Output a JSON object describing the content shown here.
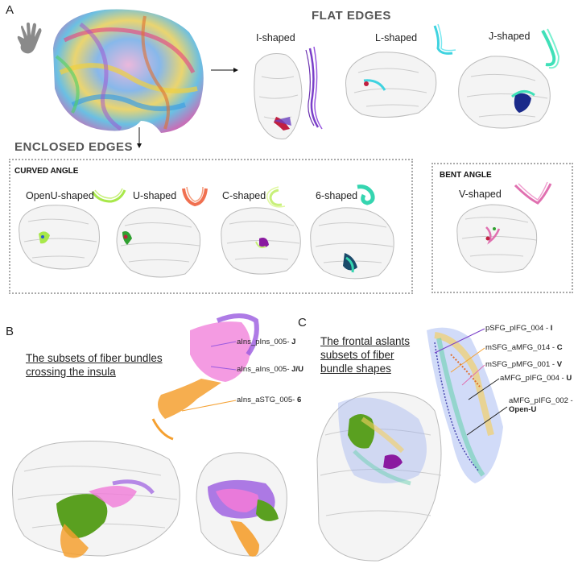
{
  "panels": {
    "a": {
      "letter": "A"
    },
    "b": {
      "letter": "B"
    },
    "c": {
      "letter": "C"
    }
  },
  "flat_edges": {
    "title": "FLAT EDGES",
    "shapes": [
      {
        "label": "I-shaped"
      },
      {
        "label": "L-shaped"
      },
      {
        "label": "J-shaped"
      }
    ]
  },
  "enclosed_edges": {
    "title": "ENCLOSED EDGES",
    "curved_angle": {
      "title": "CURVED ANGLE",
      "shapes": [
        {
          "label": "OpenU-shaped"
        },
        {
          "label": "U-shaped"
        },
        {
          "label": "C-shaped"
        },
        {
          "label": "6-shaped"
        }
      ]
    },
    "bent_angle": {
      "title": "BENT ANGLE",
      "shapes": [
        {
          "label": "V-shaped"
        }
      ]
    }
  },
  "panel_b": {
    "title_line1": "The subsets of fiber bundles",
    "title_line2": "crossing the insula",
    "callouts": [
      {
        "name": "aIns_pIns_005-",
        "shape": "J"
      },
      {
        "name": "aIns_aIns_005-",
        "shape": "J/U"
      },
      {
        "name": "aIns_aSTG_005-",
        "shape": "6"
      }
    ]
  },
  "panel_c": {
    "title_line1": "The frontal aslants",
    "title_line2": "subsets of fiber",
    "title_line3": "bundle shapes",
    "callouts": [
      {
        "name": "pSFG_pIFG_004 -",
        "shape": "I"
      },
      {
        "name": "mSFG_aMFG_014 -",
        "shape": "C"
      },
      {
        "name": "mSFG_pMFG_001 -",
        "shape": "V"
      },
      {
        "name": "aMFG_pIFG_004 -",
        "shape": "U"
      },
      {
        "name": "aMFG_pIFG_002 -",
        "shape": "Open-U"
      }
    ]
  },
  "colors": {
    "i_shaped": "#7a3fc9",
    "l_shaped": "#3fd3e0",
    "j_shaped": "#3fe0b8",
    "openu_shaped": "#a8e84a",
    "u_shaped": "#f07050",
    "c_shaped": "#c8f07a",
    "six_shaped": "#35d5b0",
    "v_shaped": "#e070b0",
    "insula_green": "#5aa020",
    "pink_bundle": "#f07ad8",
    "orange_bundle": "#f5a030",
    "purple_bundle": "#9a5ae0"
  },
  "icons": {
    "hand": "hand-icon"
  }
}
